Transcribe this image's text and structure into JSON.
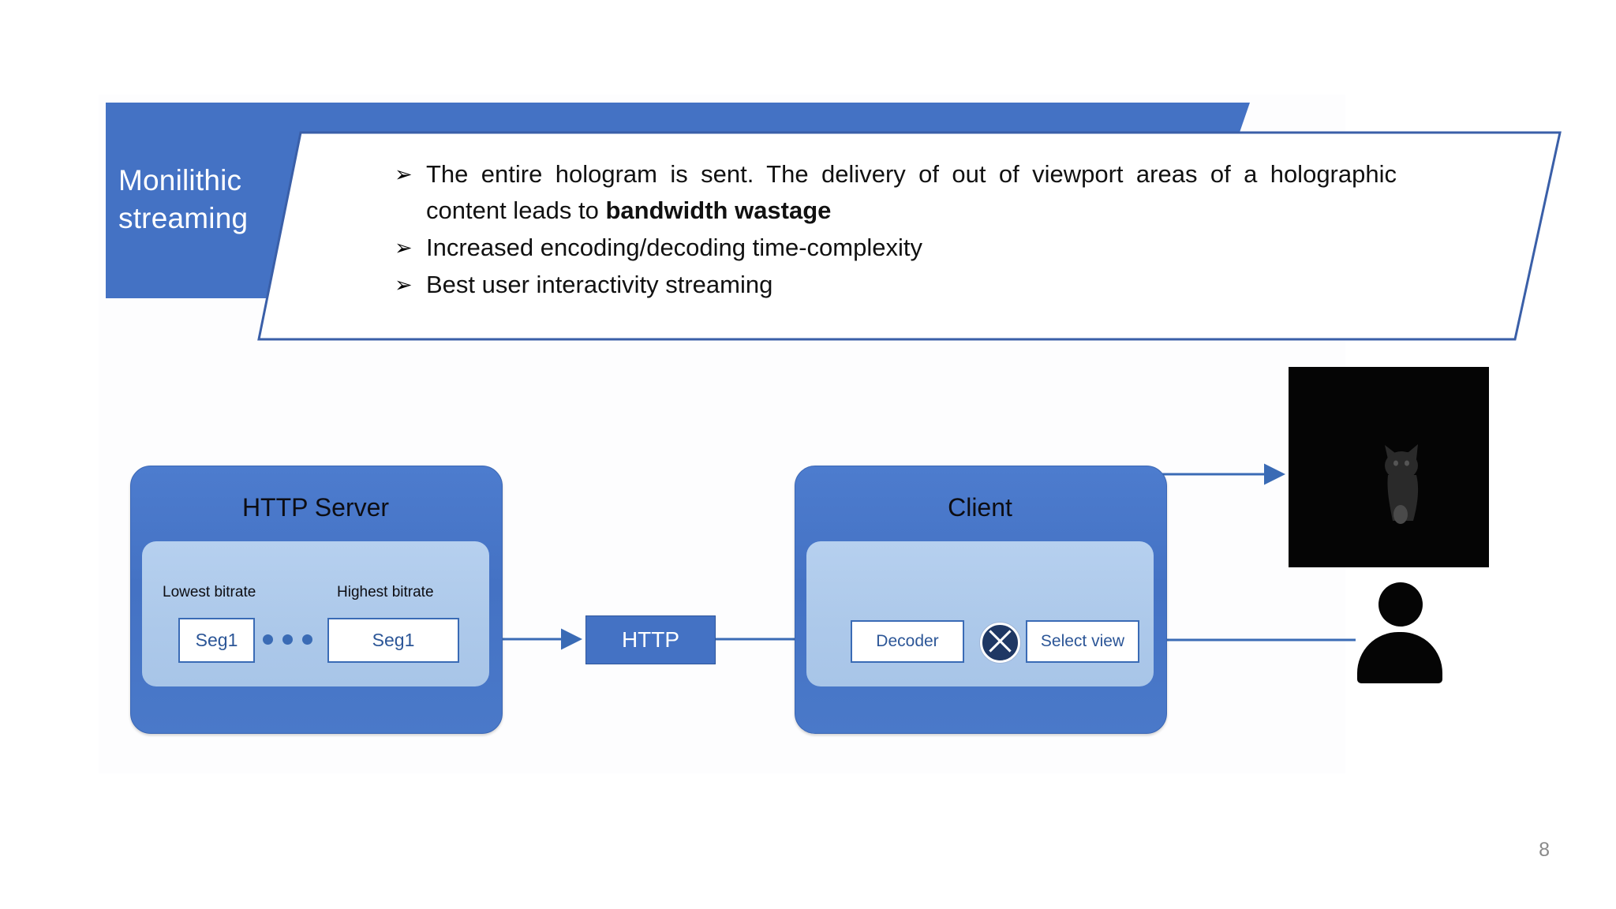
{
  "slide": {
    "page_number": "8",
    "title": "Monilithic streaming",
    "accent_color": "#4472C4",
    "panel_border_color": "#3A5FA8",
    "inner_panel_color": "#ADC9EA",
    "combiner_color": "#1F3864",
    "link_color": "#2C5697"
  },
  "header": {
    "title_line1": "Monilithic",
    "title_line2": "streaming",
    "bullet_marker": "➢",
    "bullets": [
      {
        "text_before_bold": "The entire hologram is sent. The delivery of out of viewport areas of a holographic content leads to ",
        "bold": "bandwidth wastage",
        "text_after_bold": "",
        "justified": true
      },
      {
        "text_before_bold": "Increased encoding/decoding time-complexity",
        "bold": "",
        "text_after_bold": "",
        "justified": false
      },
      {
        "text_before_bold": "Best user interactivity streaming",
        "bold": "",
        "text_after_bold": "",
        "justified": false
      }
    ]
  },
  "diagram": {
    "server": {
      "title": "HTTP Server",
      "lowest_bitrate_label": "Lowest bitrate",
      "highest_bitrate_label": "Highest bitrate",
      "segment_low_label": "Seg1",
      "segment_high_label": "Seg1",
      "ellipsis_dots": 3
    },
    "transport": {
      "protocol_label": "HTTP"
    },
    "client": {
      "title": "Client",
      "decoder_label": "Decoder",
      "select_view_label": "Select view",
      "combiner_icon": "circle-x-combiner-icon"
    },
    "viewport_preview": {
      "icon": "rendered-hologram-thumbnail",
      "subject": "cat"
    },
    "user": {
      "icon": "user-silhouette-icon"
    }
  }
}
